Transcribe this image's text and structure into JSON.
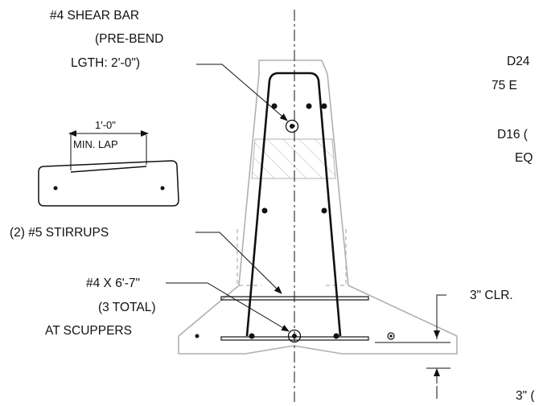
{
  "labels": {
    "shear_bar_1": "#4 SHEAR BAR",
    "shear_bar_2": "(PRE-BEND",
    "shear_bar_3": "LGTH: 2'-0\")",
    "lap_dim": "1'-0\"",
    "lap_text": "MIN. LAP",
    "stirrups": "(2) #5 STIRRUPS",
    "bar_1": "#4 X 6'-7\"",
    "bar_2": "(3 TOTAL)",
    "bar_3": "AT SCUPPERS",
    "right_1": "D24",
    "right_2": "75 E",
    "right_3": "D16 (",
    "right_4": "EQ",
    "clearance": "3\" CLR.",
    "bottom_right": "3\" ("
  },
  "colors": {
    "concrete_outline": "#b0b0b0",
    "rebar": "#111111",
    "hatch": "#c0c0c0"
  }
}
